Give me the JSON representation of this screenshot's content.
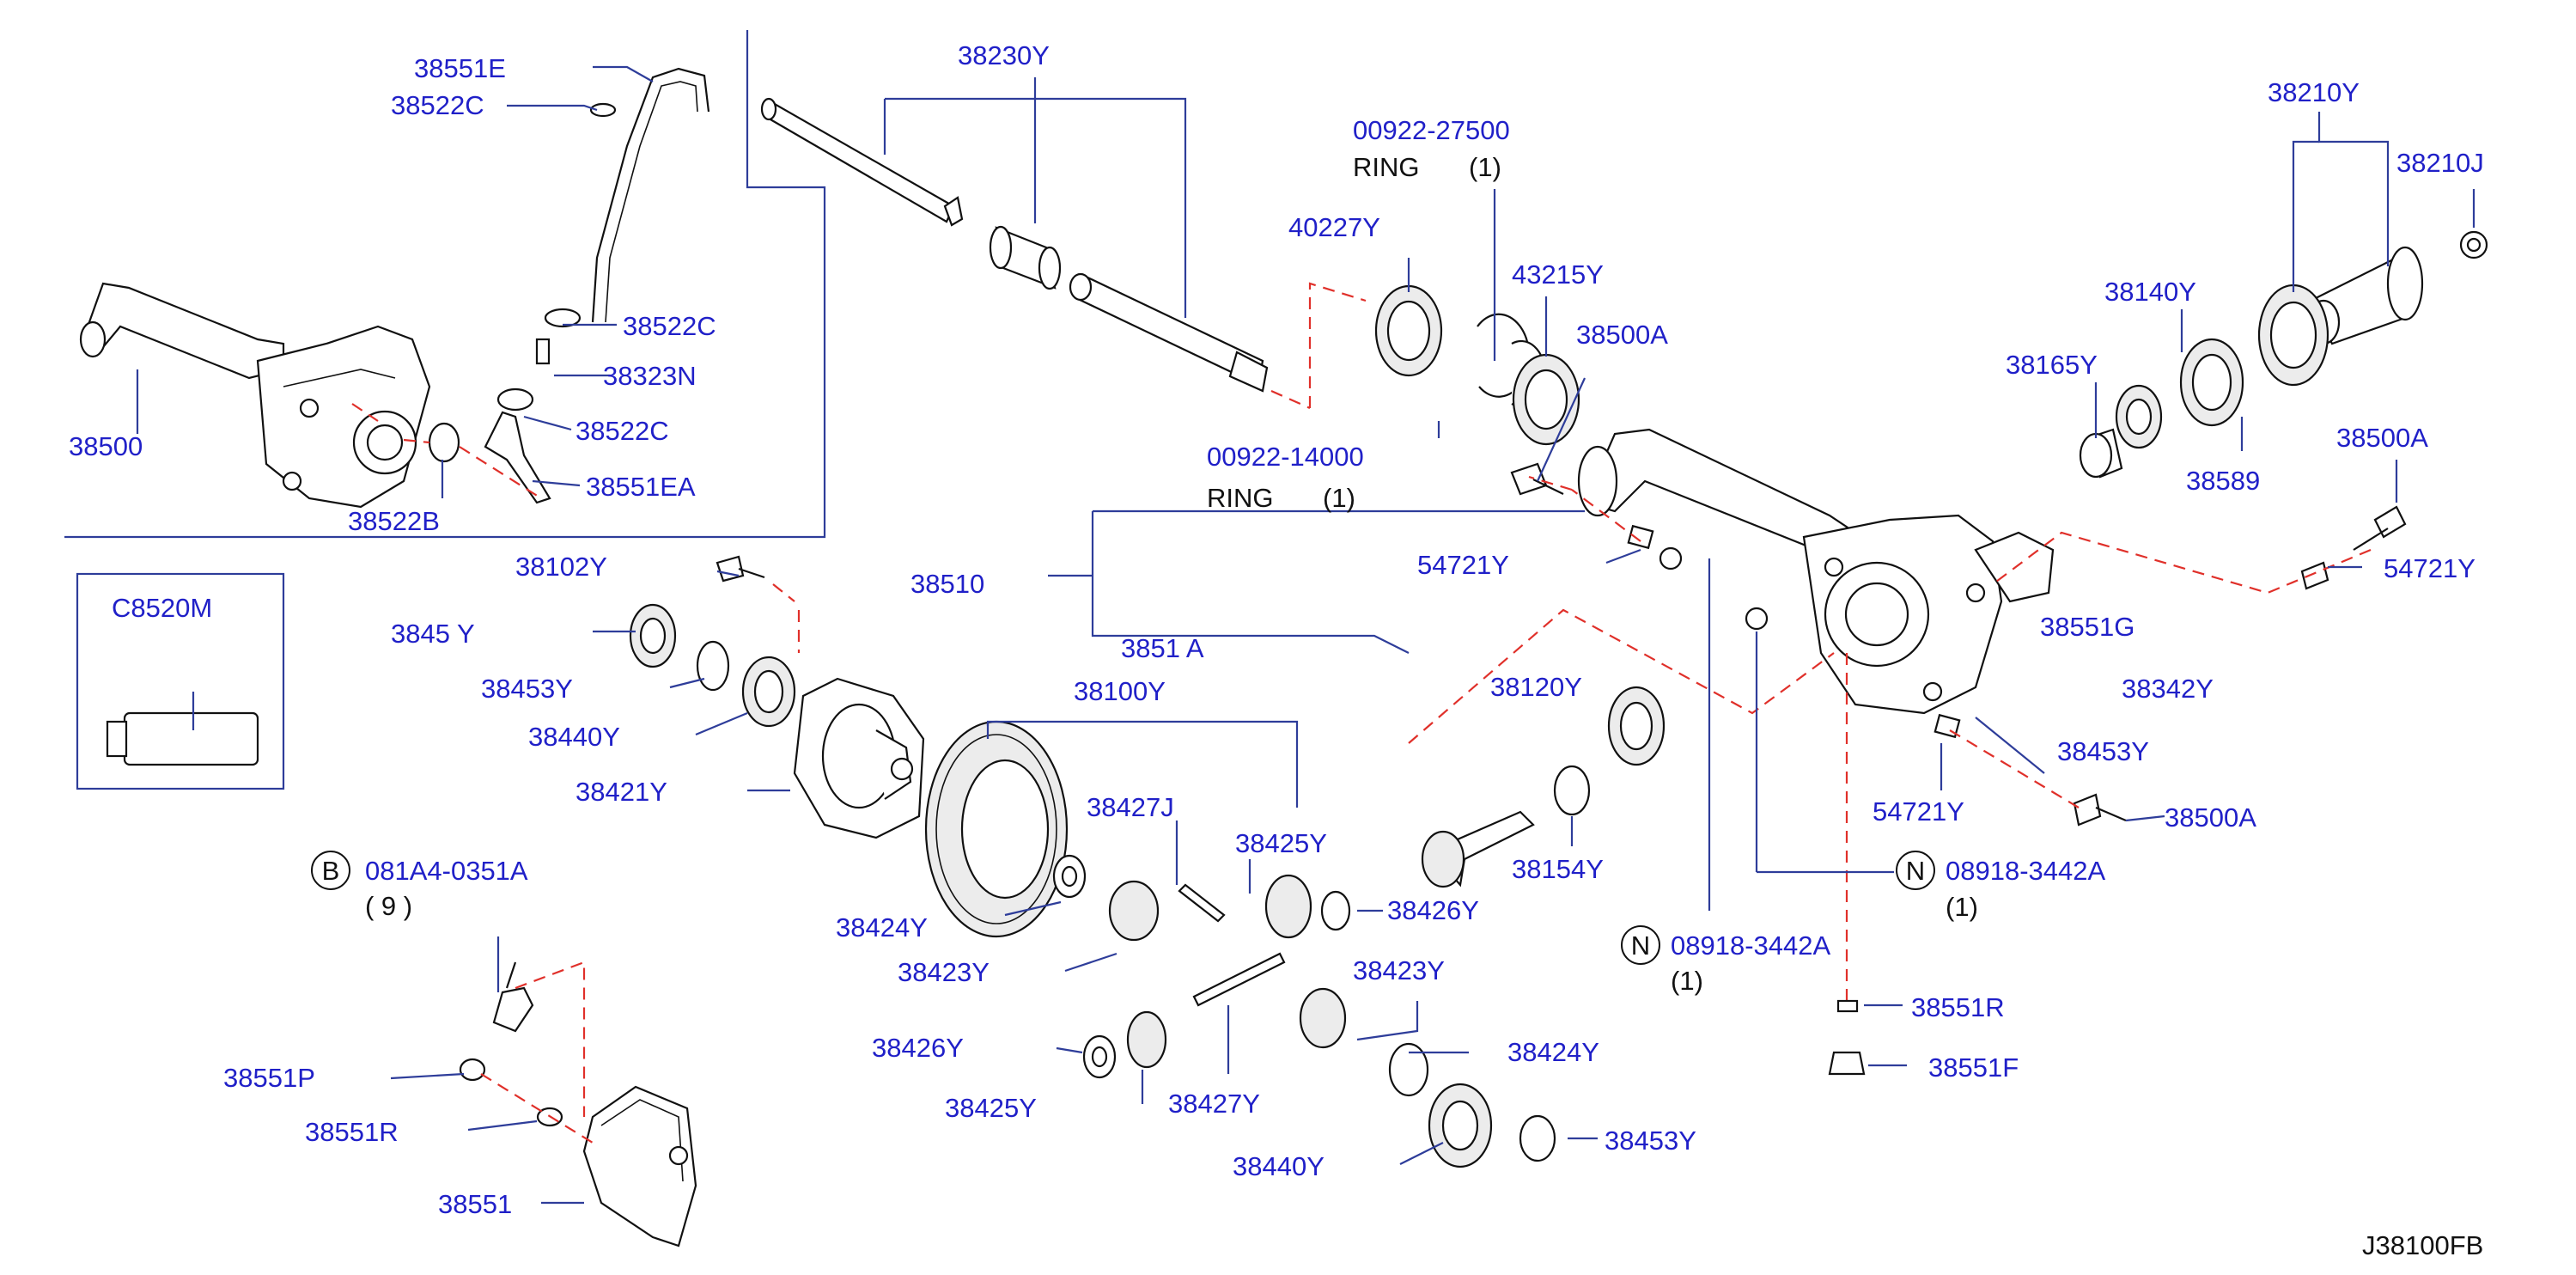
{
  "diagram_code": "J38100FB",
  "labels": {
    "l38551E": "38551E",
    "l38522C_a": "38522C",
    "l38522C_b": "38522C",
    "l38323N": "38323N",
    "l38522C_c": "38522C",
    "l38551EA": "38551EA",
    "l38522B": "38522B",
    "l38500": "38500",
    "l38230Y": "38230Y",
    "l00922_27500": "00922-27500",
    "ring1": "RING",
    "ring1_qty": "(1)",
    "l40227Y": "40227Y",
    "l43215Y": "43215Y",
    "l38500A_a": "38500A",
    "l00922_14000": "00922-14000",
    "ring2": "RING",
    "ring2_qty": "(1)",
    "l38210Y": "38210Y",
    "l38210J": "38210J",
    "l38140Y": "38140Y",
    "l38165Y": "38165Y",
    "l38589": "38589",
    "l38500A_b": "38500A",
    "l54721Y_a": "54721Y",
    "l54721Y_b": "54721Y",
    "l54721Y_c": "54721Y",
    "l38510": "38510",
    "l38102Y": "38102Y",
    "lC8520M": "C8520M",
    "l3845_Y": "3845 Y",
    "l38453Y_a": "38453Y",
    "l38440Y_a": "38440Y",
    "l38421Y": "38421Y",
    "l3851_A": "3851 A",
    "l38100Y": "38100Y",
    "l38120Y": "38120Y",
    "l38551G": "38551G",
    "l38342Y": "38342Y",
    "l38453Y_b": "38453Y",
    "l38500A_c": "38500A",
    "b_mark": "B",
    "l081A4": "081A4-0351A",
    "l081A4_qty": "( 9 )",
    "l38427J": "38427J",
    "l38425Y_a": "38425Y",
    "l38426Y_a": "38426Y",
    "l38154Y": "38154Y",
    "n_mark_a": "N",
    "l08918_a": "08918-3442A",
    "l08918_a_qty": "(1)",
    "n_mark_b": "N",
    "l08918_b": "08918-3442A",
    "l08918_b_qty": "(1)",
    "l38424Y_a": "38424Y",
    "l38423Y_a": "38423Y",
    "l38423Y_b": "38423Y",
    "l38426Y_b": "38426Y",
    "l38424Y_b": "38424Y",
    "l38425Y_b": "38425Y",
    "l38427Y": "38427Y",
    "l38440Y_b": "38440Y",
    "l38453Y_c": "38453Y",
    "l38551P": "38551P",
    "l38551R_a": "38551R",
    "l38551R_b": "38551R",
    "l38551F": "38551F",
    "l38551": "38551"
  },
  "colors": {
    "label_blue": "#2020c8",
    "leader_blue": "#2e3d9a",
    "dashed_red": "#e0302a",
    "part_black": "#111111"
  }
}
